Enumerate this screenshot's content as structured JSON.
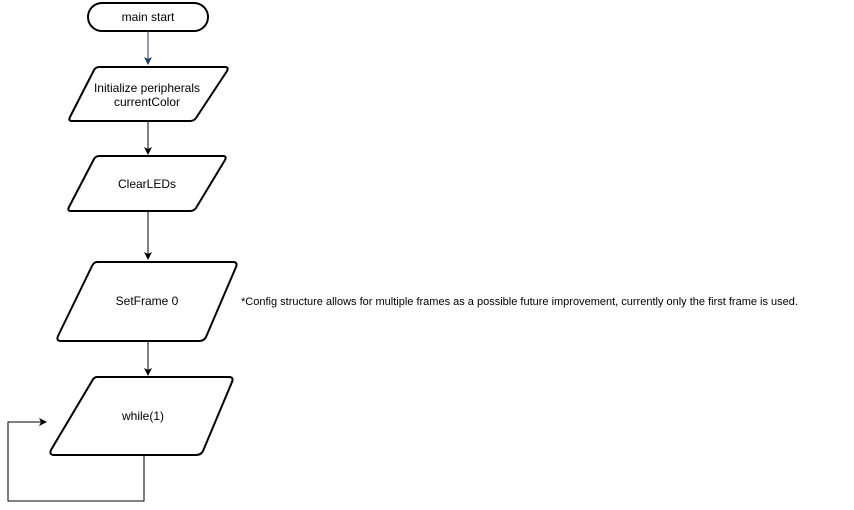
{
  "diagram": {
    "start_node": {
      "label": "main start"
    },
    "nodes": [
      {
        "id": "init",
        "line1": "Initialize peripherals",
        "line2": "currentColor"
      },
      {
        "id": "clear",
        "label": "ClearLEDs"
      },
      {
        "id": "setframe",
        "label": "SetFrame 0"
      },
      {
        "id": "loop",
        "label": "while(1)"
      }
    ],
    "note": {
      "text": "*Config structure allows for multiple frames as a possible future improvement, currently only the first frame is used."
    },
    "colors": {
      "stroke": "#000000",
      "fill": "#ffffff",
      "start_arrow": "#1f3a5f",
      "text": "#000000"
    }
  }
}
